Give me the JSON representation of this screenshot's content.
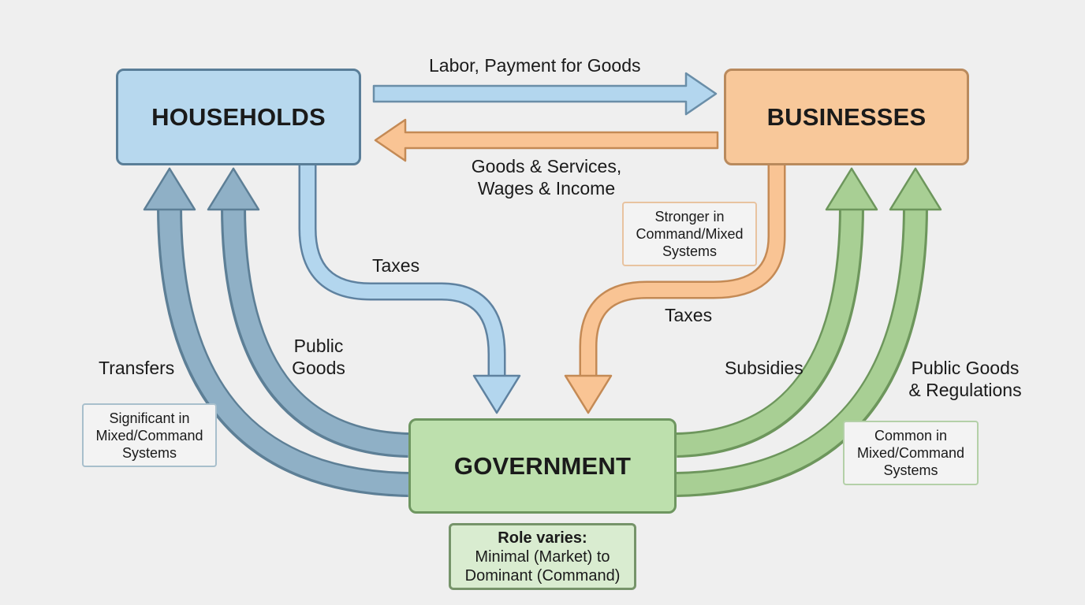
{
  "entities": {
    "households": "HOUSEHOLDS",
    "businesses": "BUSINESSES",
    "government": "GOVERNMENT"
  },
  "flows": {
    "labor_payment": "Labor, Payment for Goods",
    "goods_services_line1": "Goods & Services,",
    "goods_services_line2": "Wages & Income",
    "taxes_households": "Taxes",
    "taxes_businesses": "Taxes",
    "transfers": "Transfers",
    "public_goods_line1": "Public",
    "public_goods_line2": "Goods",
    "subsidies": "Subsidies",
    "public_goods_regs_line1": "Public Goods",
    "public_goods_regs_line2": "& Regulations"
  },
  "notes": {
    "transfers_note": [
      "Significant in",
      "Mixed/Command",
      "Systems"
    ],
    "stronger_note": [
      "Stronger in",
      "Command/Mixed",
      "Systems"
    ],
    "common_note": [
      "Common in",
      "Mixed/Command",
      "Systems"
    ],
    "role_title": "Role varies:",
    "role_lines": [
      "Minimal (Market) to",
      "Dominant (Command)"
    ]
  },
  "colors": {
    "households_fill": "#b7d8ee",
    "businesses_fill": "#f8c89a",
    "government_fill": "#bde0ad",
    "blue_arrow": "#a9cde6",
    "orange_arrow": "#f7bf8c",
    "steel_arrow": "#8fb0c6",
    "green_arrow": "#a8cf94"
  }
}
